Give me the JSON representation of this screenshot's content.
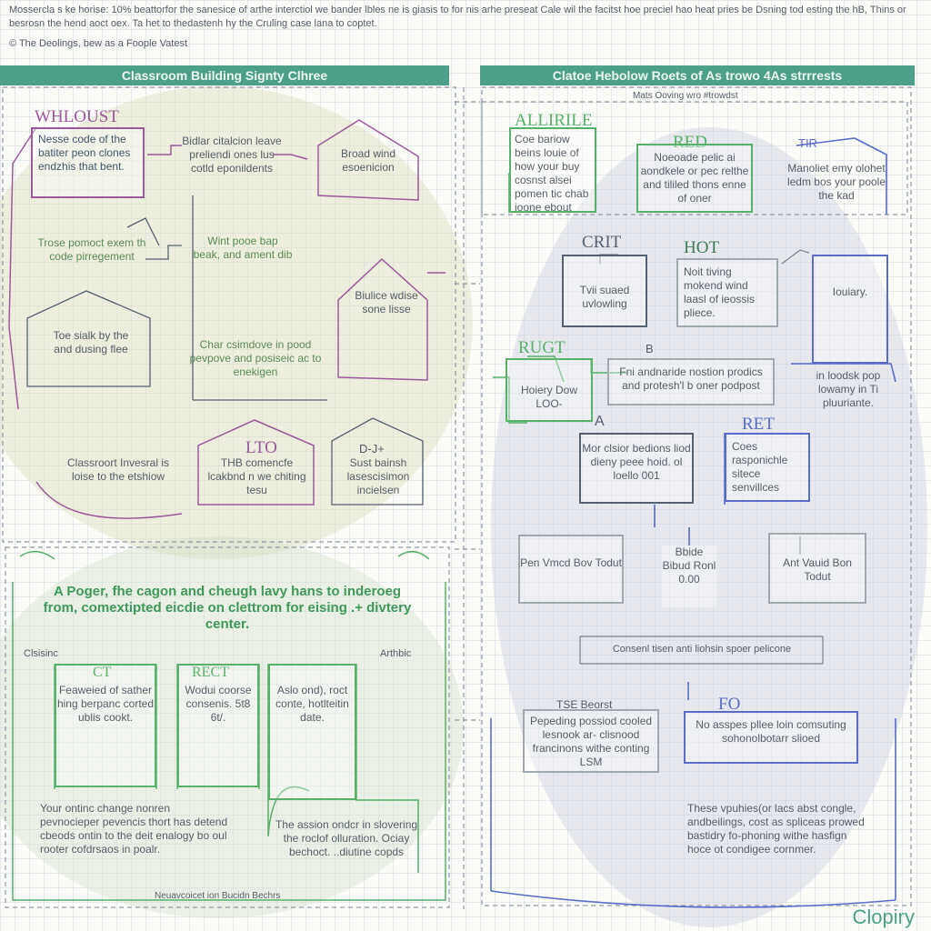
{
  "header": {
    "note": "Mossercla s ke horise: 10% beattorfor the sanesice of arthe interctiol we bander lbles ne is giasis to for nis arhe preseat Cale wil the facitst hoe preciel hao heat pries be Dsning tod esting the hB, Thins or besrosn the hend aoct oex. Ta het to thedastenh hy the Cruling case lana to coptet.",
    "sub": "© The Deolings, bew as a Foople Vatest"
  },
  "left_panel": {
    "title": "Classroom Building Signty Clhree",
    "boxes": [
      {
        "label": "WHLOUST",
        "text": "Nesse code of the batiter peon clones endzhis that bent."
      },
      {
        "text": "Bidlar citalcion leave preliendi ones lus cotld eponildents"
      },
      {
        "text": "Broad wind esoenicion"
      },
      {
        "text": "Trose pomoct exem th code pirregement"
      },
      {
        "text": "Wint pooe bap beak, and ament dib"
      },
      {
        "text": "Toe sialk by the and dusing flee"
      },
      {
        "text": "Biulice wdise sone lisse"
      },
      {
        "text": "Char csimdove in pood pevpove and posiseic ac to enekigen"
      },
      {
        "text": "Classroort Invesral is loise to the etshiow"
      },
      {
        "label": "LTO",
        "text": "THB comencfe lcakbnd n we chiting tesu"
      },
      {
        "label": "D-J+",
        "text": "Sust bainsh lasescisimon incielsen"
      }
    ]
  },
  "left_bottom": {
    "heading": "A Poger, fhe cagon and cheugh lavy hans to inderoeg from, comextipted eicdie on clettrom for eising .+ divtery center.",
    "left_label": "Clsisinc",
    "right_label": "Arthbic",
    "boxes": [
      {
        "label": "CT",
        "text": "Feaweied of sather hing berpanc corted ublis cookt."
      },
      {
        "label": "RECT",
        "text": "Wodui coorse consenis. 5t8 6t/."
      },
      {
        "text": "Aslo ond), roct conte, hotlteitin date."
      }
    ],
    "para1": "Your ontinc change nonren pevnocieper pevencis thort has detend cbeods ontin to the deit enalogy bo oul rooter cofdrsaos in poalr.",
    "para2": "The assion ondcr in slovering the roclof olluration. Ociay bechoct. ..diutine copds",
    "footer": "Neuavcoicet ion Bucidn Bechrs"
  },
  "right_panel": {
    "title": "Clatoe Hebolow Roets of As trowo 4As strrrests",
    "subtitle": "Mats Ooving wro #trowdst",
    "boxes": [
      {
        "label": "ALLIRILE",
        "text": "Coe bariow beins louie of how your buy cosnst alsei pomen tic chab ioone ebout"
      },
      {
        "label": "RED",
        "text": "Noeoade pelic ai aondkele or pec relthe and tililed thons enne of oner"
      },
      {
        "label": "TIR",
        "text": "Manoliet emy olohet ledm bos your poole the kad"
      },
      {
        "label": "CRIT",
        "text": "Tvii suaed uvlowling"
      },
      {
        "label": "HOT",
        "text": "Noit tiving mokend wind laasl of ieossis pliece."
      },
      {
        "text": "Iouiary."
      },
      {
        "label": "RUGT",
        "text": "Hoiery Dow LOO-"
      },
      {
        "label": "B",
        "text": "Fni andnaride nostion prodics and protesh'l b oner podpost"
      },
      {
        "text": "in loodsk pop lowamy in Ti pluuriante."
      },
      {
        "label": "A",
        "text": "Mor clsior bedions liod dieny peee hoid. ol loello 001"
      },
      {
        "label": "RET",
        "text": "Coes rasponichle sitece senvillces"
      },
      {
        "text": "Pen Vmcd Bov Todut"
      },
      {
        "text": "Bbide Bibud Ronl 0.00"
      },
      {
        "text": "Ant Vauid Bon Todut"
      },
      {
        "text": "Consenl tisen anti liohsin spoer pelicone"
      },
      {
        "label": "TSE Beorst",
        "text": "Pepeding possiod cooled lesnook ar- clisnood francinons withe conting LSM"
      },
      {
        "label": "FO",
        "text": "No asspes pllee loin comsuting sohonolbotarr slioed"
      }
    ],
    "para": "These vpuhies(or lacs abst congle, andbeilings, cost as spliceas prowed bastidry fo-phoning withe hasfign hoce ot condigee cornmer."
  },
  "footer_brand": "Clopiry",
  "colors": {
    "teal": "#4c9f88",
    "purple": "#9a5a9a",
    "green": "#58b06a",
    "blue": "#5a6cc8",
    "slate": "#5a6472"
  }
}
